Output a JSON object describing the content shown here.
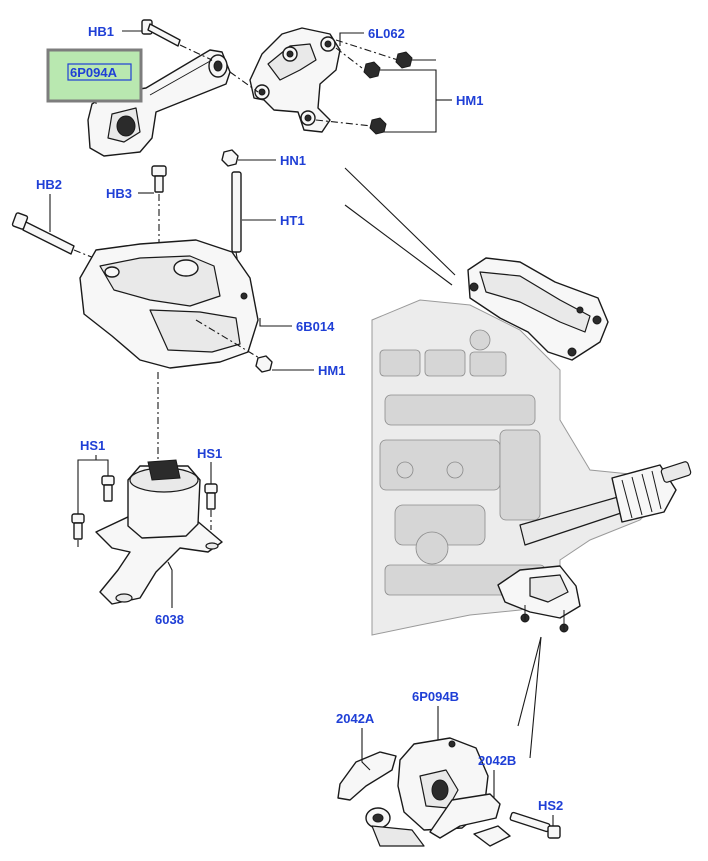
{
  "diagram": {
    "highlighted_part": "6P094A",
    "labels": {
      "hb1": "HB1",
      "l6l062": "6L062",
      "p6p094a": "6P094A",
      "hm1_top": "HM1",
      "hn1": "HN1",
      "hb2": "HB2",
      "hb3": "HB3",
      "ht1": "HT1",
      "p6b014": "6B014",
      "hm1_mid": "HM1",
      "hs1_left": "HS1",
      "hs1_right": "HS1",
      "p6038": "6038",
      "p6p094b": "6P094B",
      "p2042a": "2042A",
      "p2042b": "2042B",
      "hs2": "HS2"
    },
    "colors": {
      "label_text": "#1f3fd6",
      "highlight_fill": "#b9e8b0",
      "highlight_border": "#7d7d7d",
      "line_art": "#1a1a1a"
    }
  }
}
